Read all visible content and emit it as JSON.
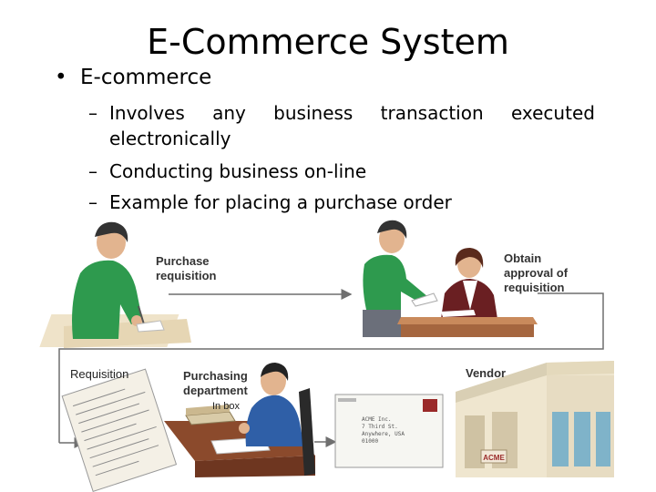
{
  "slide": {
    "title": "E-Commerce System",
    "bullet": "E-commerce",
    "sub1_words": [
      "Involves",
      "any",
      "business",
      "transaction",
      "executed"
    ],
    "sub1_line2": "electronically",
    "sub2": "Conducting business on-line",
    "sub3": "Example for placing a purchase order"
  },
  "diagram": {
    "label_purchase_requisition_1": "Purchase",
    "label_purchase_requisition_2": "requisition",
    "label_obtain_1": "Obtain",
    "label_obtain_2": "approval of",
    "label_obtain_3": "requisition",
    "label_requisition": "Requisition",
    "label_purchasing_1": "Purchasing",
    "label_purchasing_2": "department",
    "label_vendor": "Vendor",
    "in_box": "In box",
    "envelope_lines": [
      "ACME Inc.",
      "7 Third St.",
      "Anywhere, USA",
      "01000"
    ],
    "store_sign": "ACME"
  },
  "colors": {
    "arrow": "#6f6f6f",
    "green_shirt": "#2e9a4e",
    "blue_shirt": "#2f5fa7",
    "desk_brown": "#8b4a2c",
    "store_glass": "#7fb3c9"
  }
}
